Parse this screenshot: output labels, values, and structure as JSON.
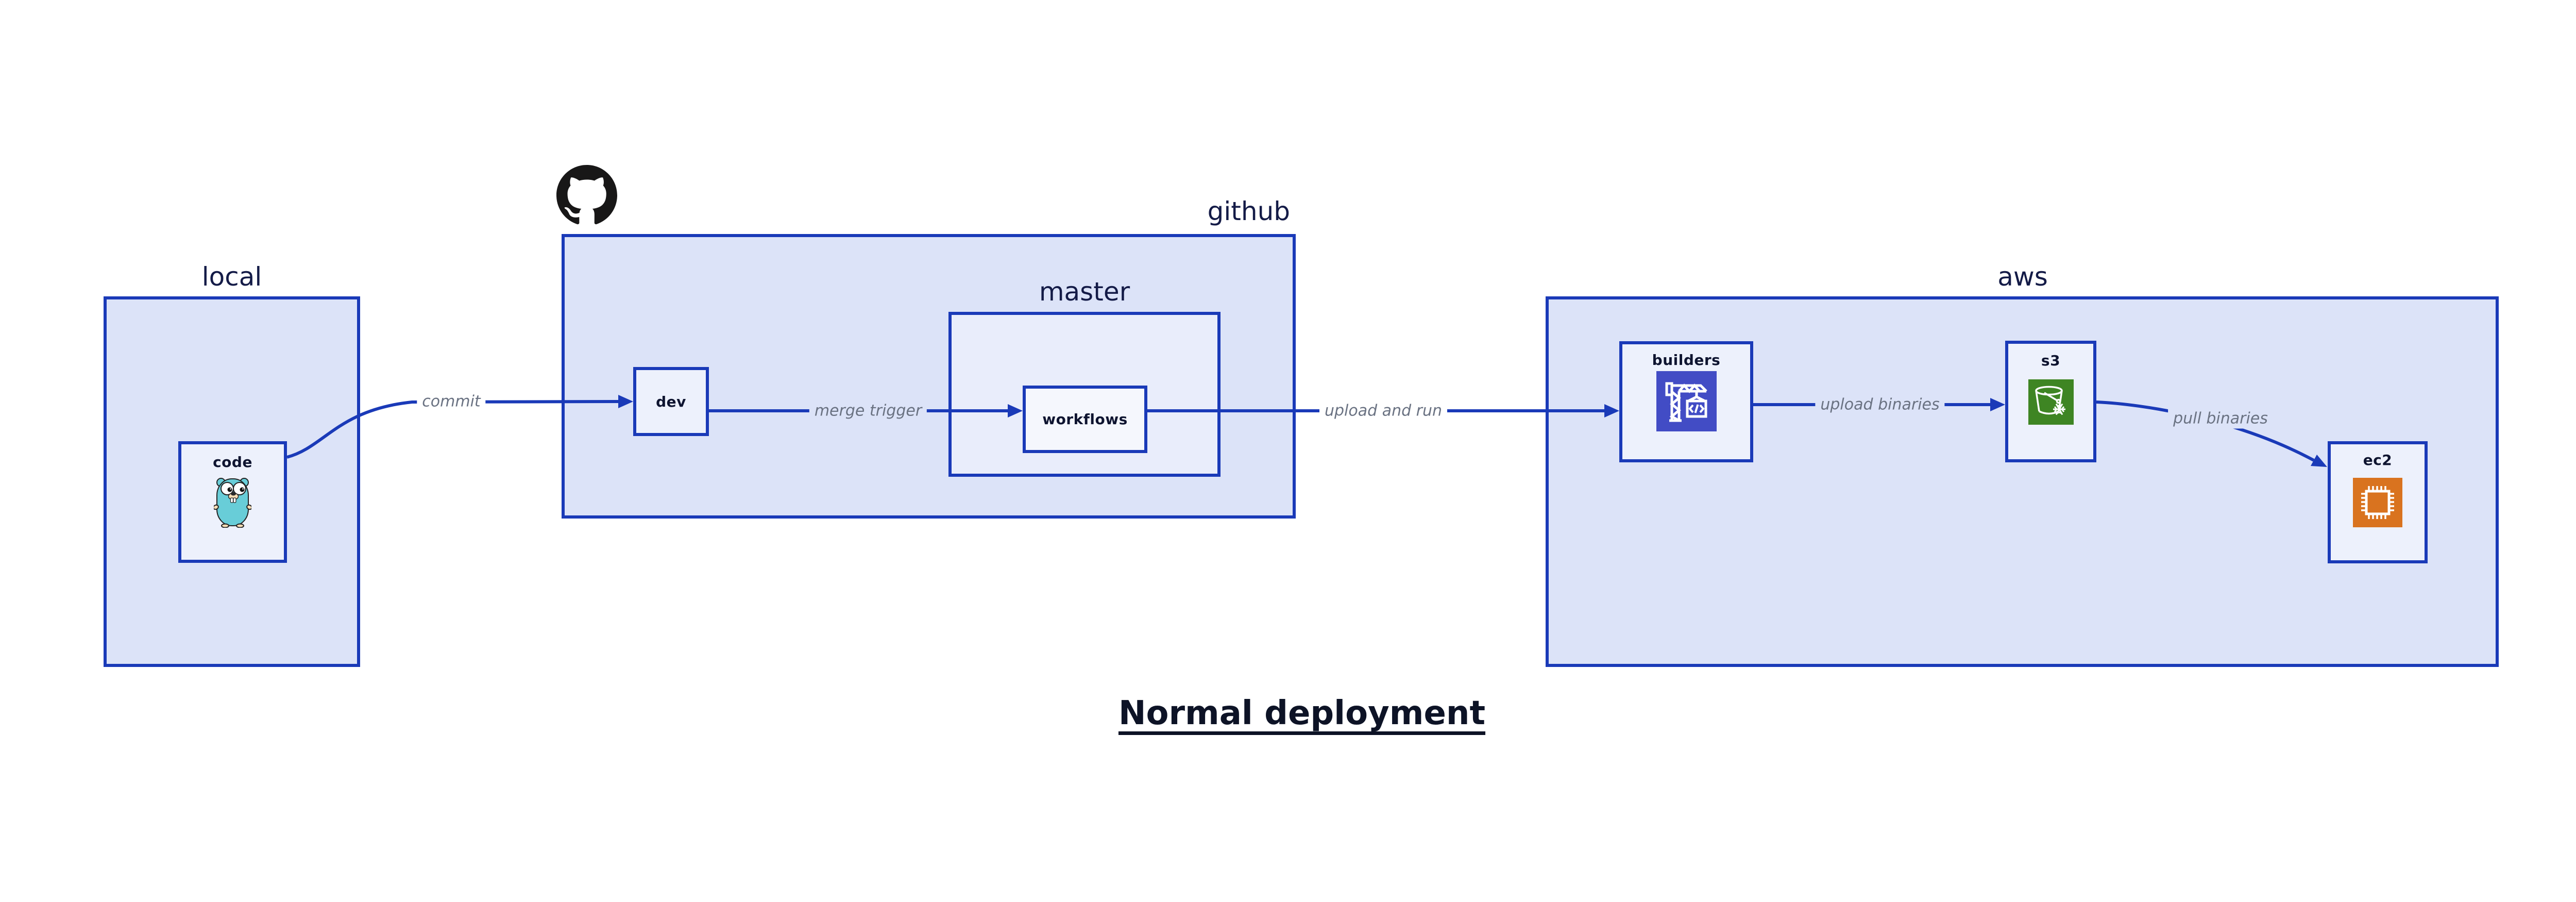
{
  "title": {
    "text": "Normal deployment"
  },
  "regions": {
    "local": {
      "label": "local"
    },
    "github": {
      "label": "github"
    },
    "master": {
      "label": "master"
    },
    "aws": {
      "label": "aws"
    }
  },
  "nodes": {
    "code": {
      "label": "code",
      "icon": "go-gopher-icon"
    },
    "dev": {
      "label": "dev",
      "icon": null
    },
    "workflows": {
      "label": "workflows",
      "icon": null
    },
    "builders": {
      "label": "builders",
      "icon": "codebuild-crane-icon"
    },
    "s3": {
      "label": "s3",
      "icon": "s3-glacier-bucket-icon"
    },
    "ec2": {
      "label": "ec2",
      "icon": "ec2-chip-icon"
    }
  },
  "edges": [
    {
      "from": "code",
      "to": "dev",
      "label": "commit"
    },
    {
      "from": "dev",
      "to": "workflows",
      "label": "merge trigger"
    },
    {
      "from": "workflows",
      "to": "builders",
      "label": "upload and run"
    },
    {
      "from": "builders",
      "to": "s3",
      "label": "upload binaries"
    },
    {
      "from": "s3",
      "to": "ec2",
      "label": "pull binaries"
    }
  ],
  "icons": {
    "github_logo": "github-octocat-icon",
    "code": "go-gopher-icon",
    "builders": "codebuild-crane-icon",
    "s3": "s3-glacier-bucket-icon",
    "ec2": "ec2-chip-icon"
  },
  "colors": {
    "background": "#ffffff",
    "line_blue": "#1a3ab8",
    "region_fill": "#dce3f8",
    "master_fill": "#e9edfb",
    "node_fill": "#edf1fc",
    "workflows_fill": "#f5f7fd",
    "region_text": "#141b47",
    "node_text": "#0e1430",
    "edge_label_gray": "#6a7282",
    "title_color": "#0d1326",
    "octocat_black": "#181717",
    "gopher_teal": "#68cdd8",
    "codebuild_indigo": "#424cc5",
    "s3_green": "#3e8523",
    "ec2_orange": "#d9731f"
  }
}
